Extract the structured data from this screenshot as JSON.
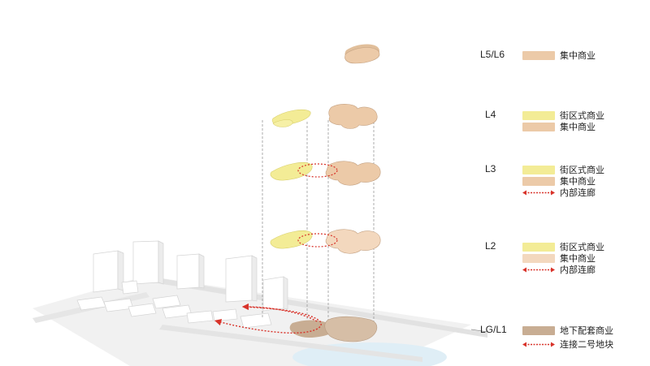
{
  "colors": {
    "street_commercial": "#f3ec96",
    "central_commercial": "#eccaa8",
    "central_commercial_light": "#f3d8be",
    "underground_commercial": "#c8ad93",
    "connector": "#d8332a"
  },
  "legend": [
    {
      "level": "L5/L6",
      "items": [
        {
          "label": "集中商业",
          "swatch": "central-commercial"
        }
      ]
    },
    {
      "level": "L4",
      "items": [
        {
          "label": "街区式商业",
          "swatch": "street-commercial"
        },
        {
          "label": "集中商业",
          "swatch": "central-commercial"
        }
      ]
    },
    {
      "level": "L3",
      "items": [
        {
          "label": "街区式商业",
          "swatch": "street-commercial"
        },
        {
          "label": "集中商业",
          "swatch": "central-commercial"
        },
        {
          "label": "内部连廊",
          "swatch": "arrow"
        }
      ]
    },
    {
      "level": "L2",
      "items": [
        {
          "label": "街区式商业",
          "swatch": "street-commercial"
        },
        {
          "label": "集中商业",
          "swatch": "central-commercial-light"
        },
        {
          "label": "内部连廊",
          "swatch": "arrow"
        }
      ]
    },
    {
      "level": "LG/L1",
      "items": [
        {
          "label": "地下配套商业",
          "swatch": "underground-commercial"
        },
        {
          "label": "连接二号地块",
          "swatch": "arrow"
        }
      ]
    }
  ]
}
